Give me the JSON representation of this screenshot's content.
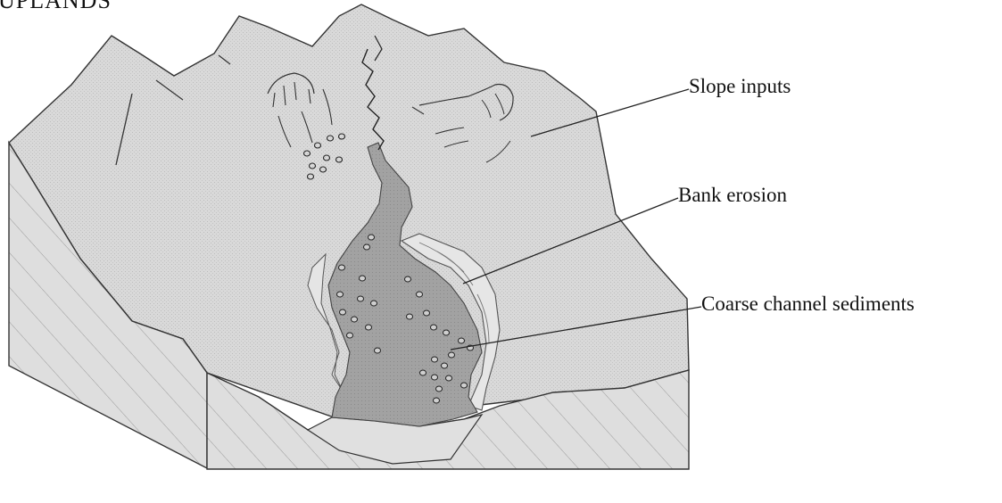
{
  "title": "UPLANDS",
  "labels": {
    "slope_inputs": "Slope inputs",
    "bank_erosion": "Bank erosion",
    "coarse_channel_sediments": "Coarse channel sediments"
  },
  "colors": {
    "terrain": "#d6d6d6",
    "channel": "#9c9c9c",
    "bank": "#e4e4e4",
    "cross_section": "#dcdcdc",
    "outline": "#333333"
  }
}
